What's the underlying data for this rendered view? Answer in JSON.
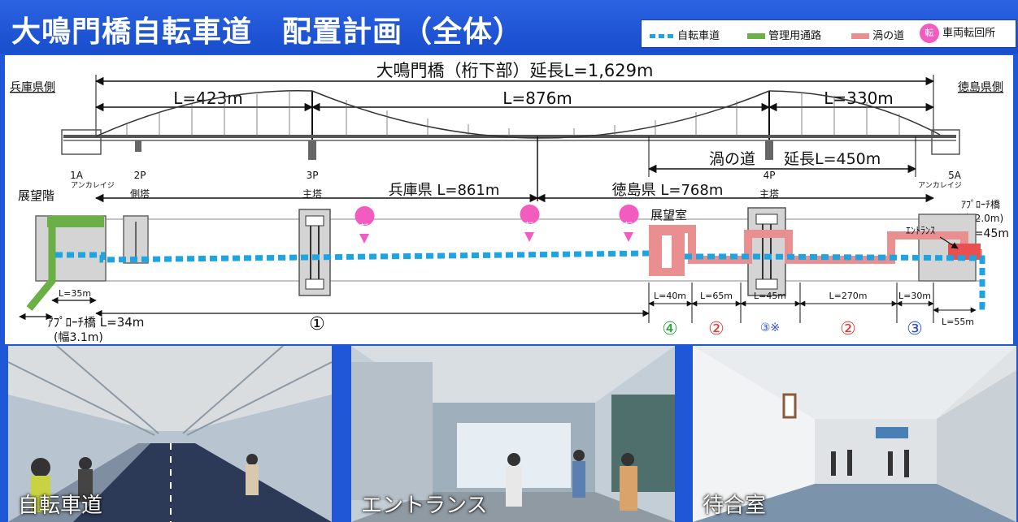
{
  "title": "大鳴門橋自転車道　配置計画（全体）",
  "legend": {
    "bike": "自転車道",
    "mgmt": "管理用通路",
    "uzu": "渦の道",
    "turn_mark": "転",
    "turn": "車両転回所"
  },
  "colors": {
    "bike": "#1ea4e0",
    "mgmt": "#6ab046",
    "uzu": "#ea8f8f",
    "turn": "#f35cbf",
    "title_bg": "#1f57d6",
    "circ1": "#111111",
    "circ2": "#e53935",
    "circ3": "#2c4fd8",
    "circ4": "#2e9e3e"
  },
  "diagram": {
    "total": "大鳴門橋（桁下部）延長L=1,629m",
    "hyogo_side": "兵庫県側",
    "tokushima_side": "徳島県側",
    "span_left": "L=423m",
    "span_center": "L=876m",
    "span_right": "L=330m",
    "uzu_length": "渦の道",
    "uzu_length2": "延長L=450m",
    "p1a": "1A",
    "p1a_sub": "アンカレイジ",
    "p2p": "2P",
    "p2p_sub": "側塔",
    "p3p": "3P",
    "p3p_sub": "主塔",
    "p4p": "4P",
    "p4p_sub": "主塔",
    "p5a": "5A",
    "p5a_sub": "アンカレイジ",
    "hyogo_len": "兵庫県 L=861m",
    "tokushima_len": "徳島県 L=768m",
    "observation_floor": "展望階",
    "observation_room": "展望室",
    "approach_right": "ｱﾌﾟﾛｰﾁ橋",
    "approach_right_width": "(幅2.0m)",
    "approach_right_len": "L=45m",
    "entrance": "ｴﾝﾄﾗﾝｽ",
    "l35": "L=35m",
    "approach_left": "ｱﾌﾟﾛｰﾁ橋 L=34m",
    "approach_left_width": "(幅3.1m)",
    "seg": [
      "L=40m",
      "L=65m",
      "L=45m",
      "L=270m",
      "L=30m"
    ],
    "l55": "L=55m",
    "circles": [
      "①",
      "④",
      "②",
      "③※",
      "②",
      "③"
    ]
  },
  "photos": {
    "p1": "自転車道",
    "p2": "エントランス",
    "p3": "待合室"
  }
}
